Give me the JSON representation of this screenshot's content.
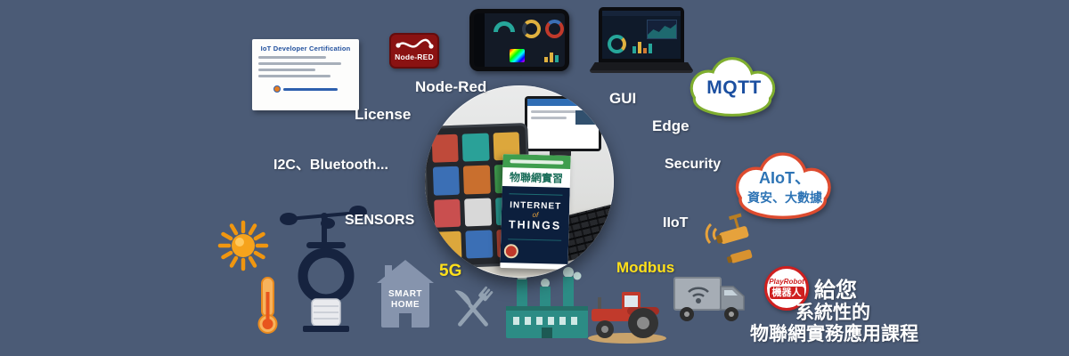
{
  "page": {
    "background": "#4b5b76"
  },
  "certificate": {
    "title": "IoT Developer Certification"
  },
  "node_red_badge": {
    "label": "Node-RED"
  },
  "labels": {
    "license": "License",
    "node_red": "Node-Red",
    "gui": "GUI",
    "mqtt": "MQTT",
    "edge": "Edge",
    "security": "Security",
    "i2c_bluetooth": "I2C、Bluetooth...",
    "sensors": "SENSORS",
    "iiot": "IIoT",
    "five_g": "5G",
    "modbus": "Modbus"
  },
  "aiot_cloud": {
    "line1": "AIoT、",
    "line2": "資安、大數據"
  },
  "smart_home": {
    "line1": "SMART",
    "line2": "HOME"
  },
  "book": {
    "title_zh": "物聯網實習",
    "en_top": "INTERNET",
    "en_of": "of",
    "en_bottom": "THINGS"
  },
  "brand": {
    "script": "PlayRobot",
    "badge": "機器人",
    "line1": "給您",
    "line2": "系統性的",
    "line3": "物聯網實務應用課程"
  },
  "colors": {
    "background": "#4b5b76",
    "mqtt_outline": "#7fae2f",
    "mqtt_text": "#1b4fa0",
    "aiot_outline": "#dd4b2f",
    "aiot_text": "#2e74b5",
    "yellow_label": "#ffe01a",
    "node_red_badge": "#8a1212",
    "brand_red": "#cf1f1f"
  }
}
